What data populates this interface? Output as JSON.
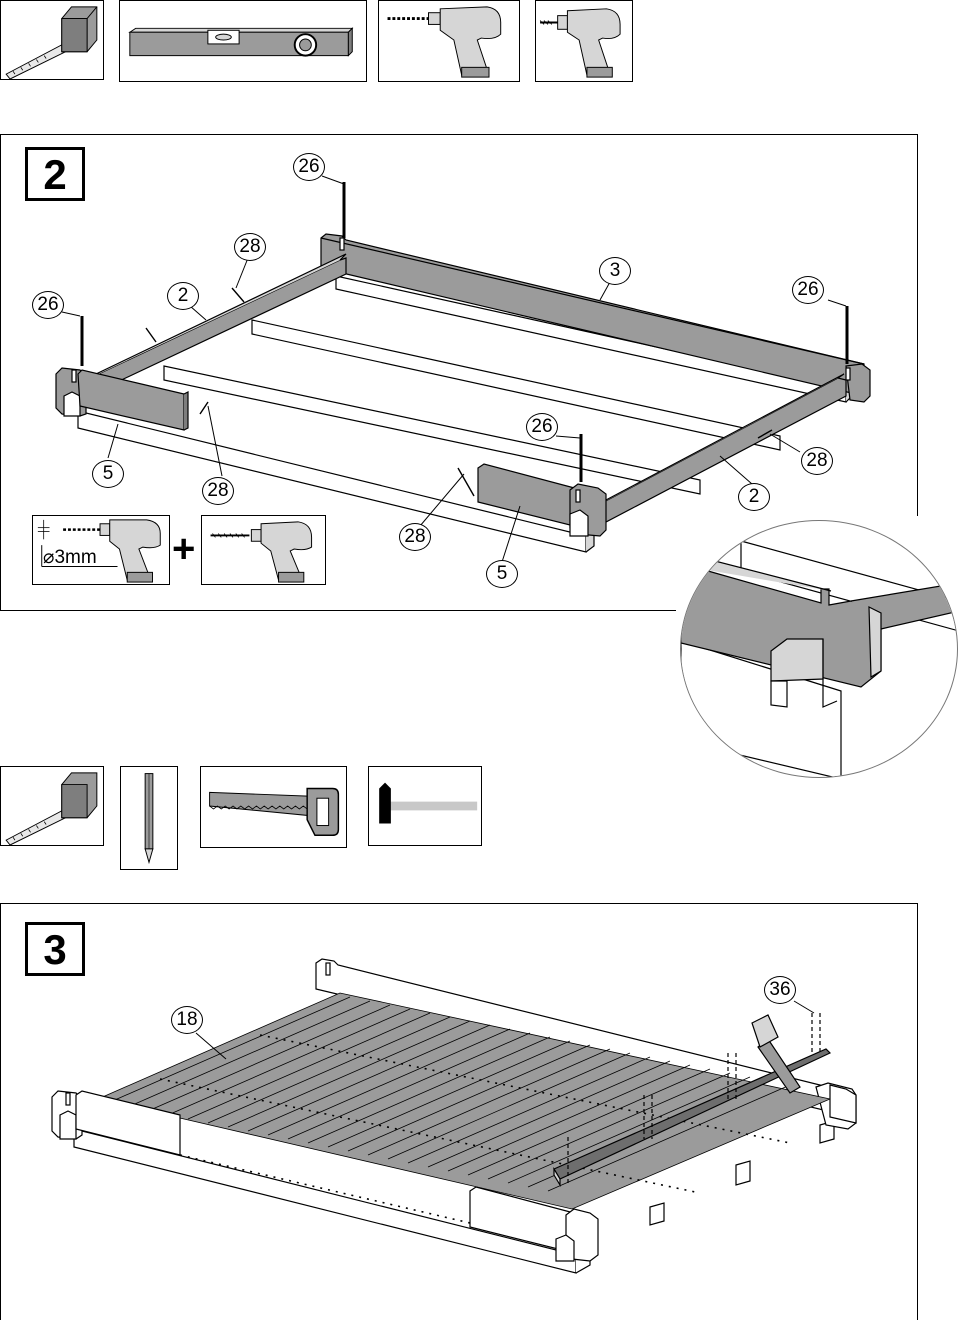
{
  "step2": {
    "number": "2",
    "callouts": [
      {
        "label": "26"
      },
      {
        "label": "28"
      },
      {
        "label": "26"
      },
      {
        "label": "2"
      },
      {
        "label": "3"
      },
      {
        "label": "26"
      },
      {
        "label": "28"
      },
      {
        "label": "5"
      },
      {
        "label": "26"
      },
      {
        "label": "28"
      },
      {
        "label": "2"
      },
      {
        "label": "28"
      },
      {
        "label": "5"
      }
    ],
    "drill_bit": "⌀3mm",
    "plus": "+"
  },
  "step3": {
    "number": "3",
    "callouts": [
      {
        "label": "18"
      },
      {
        "label": "36"
      }
    ]
  },
  "colors": {
    "wood_grey": "#9b9b9b",
    "light_grey": "#d6d6d6",
    "outline": "#000000"
  }
}
